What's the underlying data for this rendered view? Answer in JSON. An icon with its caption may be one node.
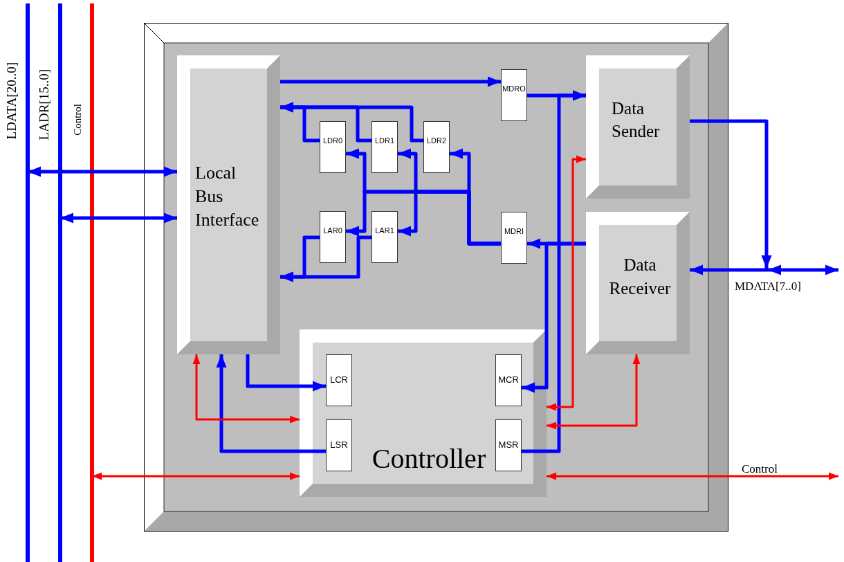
{
  "diagram": {
    "nodes": [
      {
        "text": [
          "LDATA[20..0]"
        ]
      },
      {
        "text": [
          "LADR[15..0]"
        ]
      },
      {
        "text": [
          "Control"
        ]
      },
      {
        "text": [],
        "shape": "box"
      },
      {
        "text": [
          "Local Bus Interface"
        ],
        "in": 3
      },
      {
        "text": [
          "Data Sender"
        ],
        "in": 3
      },
      {
        "text": [
          "Data Receiver"
        ],
        "in": 3
      },
      {
        "text": [
          "Controller"
        ],
        "in": 3
      },
      {
        "text": [
          "LDR0"
        ],
        "in": 3
      },
      {
        "text": [
          "LDR1"
        ],
        "in": 3
      },
      {
        "text": [
          "LDR2"
        ],
        "in": 3
      },
      {
        "text": [
          "LAR0"
        ],
        "in": 3
      },
      {
        "text": [
          "LAR1"
        ],
        "in": 3
      },
      {
        "text": [
          "MDRO"
        ],
        "in": 3
      },
      {
        "text": [
          "MDRI"
        ],
        "in": 3
      },
      {
        "text": [
          "LCR"
        ],
        "in": 7
      },
      {
        "text": [
          "LSR"
        ],
        "in": 7
      },
      {
        "text": [
          "MCR"
        ],
        "in": 7
      },
      {
        "text": [
          "MSR"
        ],
        "in": 7
      }
    ],
    "edges": [
      {
        "from": 0,
        "to": 4,
        "arrow": "both"
      },
      {
        "from": 1,
        "to": 4,
        "arrow": "both"
      },
      {
        "from": 4,
        "to": 13,
        "arrow": "to"
      },
      {
        "from": 13,
        "to": 5,
        "arrow": "to"
      },
      {
        "from": 18,
        "to": 5,
        "arrow": "to"
      },
      {
        "from": 8,
        "to": 4,
        "arrow": "to"
      },
      {
        "from": 9,
        "to": 4,
        "arrow": "to"
      },
      {
        "from": 10,
        "to": 4,
        "arrow": "to"
      },
      {
        "from": 11,
        "to": 4,
        "arrow": "to"
      },
      {
        "from": 12,
        "to": 4,
        "arrow": "to"
      },
      {
        "from": 14,
        "to": 8,
        "arrow": "to"
      },
      {
        "from": 14,
        "to": 9,
        "arrow": "to"
      },
      {
        "from": 14,
        "to": 10,
        "arrow": "to"
      },
      {
        "from": 14,
        "to": 11,
        "arrow": "to"
      },
      {
        "from": 14,
        "to": 12,
        "arrow": "to"
      },
      {
        "from": 6,
        "to": 14,
        "arrow": "to"
      },
      {
        "from": 6,
        "to": 17,
        "arrow": "to"
      },
      {
        "from": 4,
        "to": 15,
        "arrow": "to"
      },
      {
        "from": 16,
        "to": 4,
        "arrow": "to"
      },
      {
        "from": 2,
        "to": 7,
        "arrow": "both",
        "color": "#ff0000"
      },
      {
        "from": 4,
        "to": 7,
        "arrow": "both",
        "color": "#ff0000"
      },
      {
        "from": 7,
        "to": 5,
        "arrow": "both",
        "color": "#ff0000"
      },
      {
        "from": 7,
        "to": 6,
        "arrow": "both",
        "color": "#ff0000"
      },
      {
        "from": 7,
        "to": null,
        "arrow": "both",
        "label": "Control",
        "color": "#ff0000"
      },
      {
        "from": 6,
        "to": null,
        "arrow": "both",
        "label": "MDATA[7..0]"
      },
      {
        "from": 5,
        "to": null,
        "arrow": "to"
      }
    ]
  }
}
